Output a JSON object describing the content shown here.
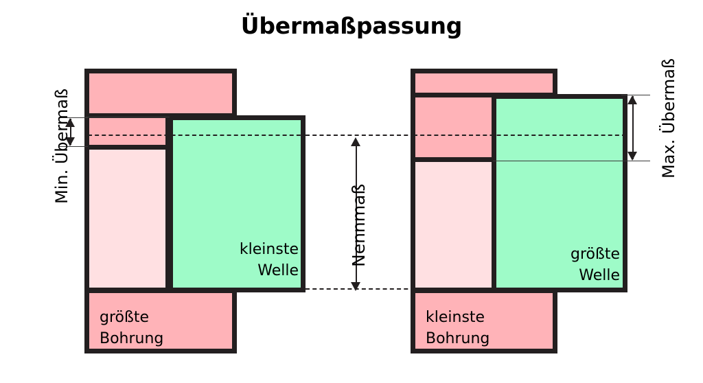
{
  "title": "Übermaßpassung",
  "labels": {
    "min_uebermass": "Min. Übermaß",
    "max_uebermass": "Max. Übermaß",
    "nennmass": "Nennmaß"
  },
  "left_group": {
    "hole_label": "größte\nBohrung",
    "shaft_label": "kleinste\nWelle"
  },
  "right_group": {
    "hole_label": "kleinste\nBohrung",
    "shaft_label": "größte\nWelle"
  },
  "colors": {
    "hole_pink": "#ffb3b8",
    "hole_pink_light": "#ffe0e2",
    "shaft_green": "#9efbc8",
    "outline": "#231f20",
    "background": "#ffffff"
  },
  "diagram": {
    "type": "engineering-fit-diagram",
    "fit_type": "Übermaßpassung",
    "description": "Interference fit: shaft larger than hole",
    "left_case": "minimum interference",
    "right_case": "maximum interference"
  }
}
